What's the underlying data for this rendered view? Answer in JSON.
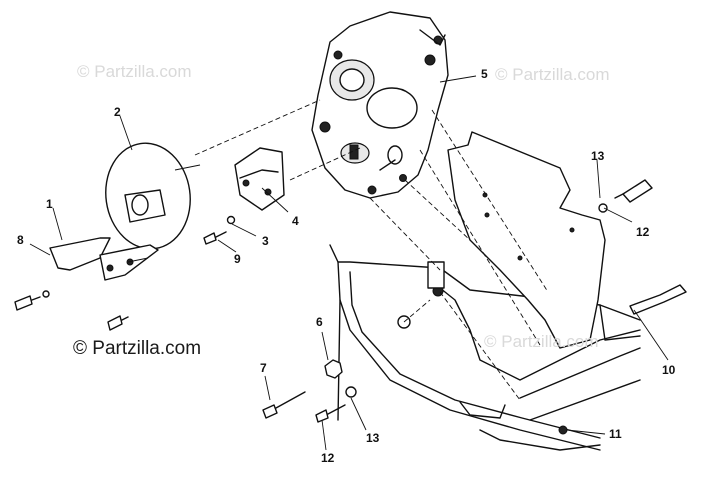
{
  "watermarks": {
    "top_left": "© Partzilla.com",
    "top_right": "© Partzilla.com",
    "bottom_left": "© Partzilla.com",
    "bottom_right": "© Partzilla.com"
  },
  "callouts": [
    "1",
    "2",
    "3",
    "4",
    "5",
    "6",
    "7",
    "8",
    "9",
    "10",
    "11",
    "12",
    "12",
    "13",
    "13"
  ]
}
